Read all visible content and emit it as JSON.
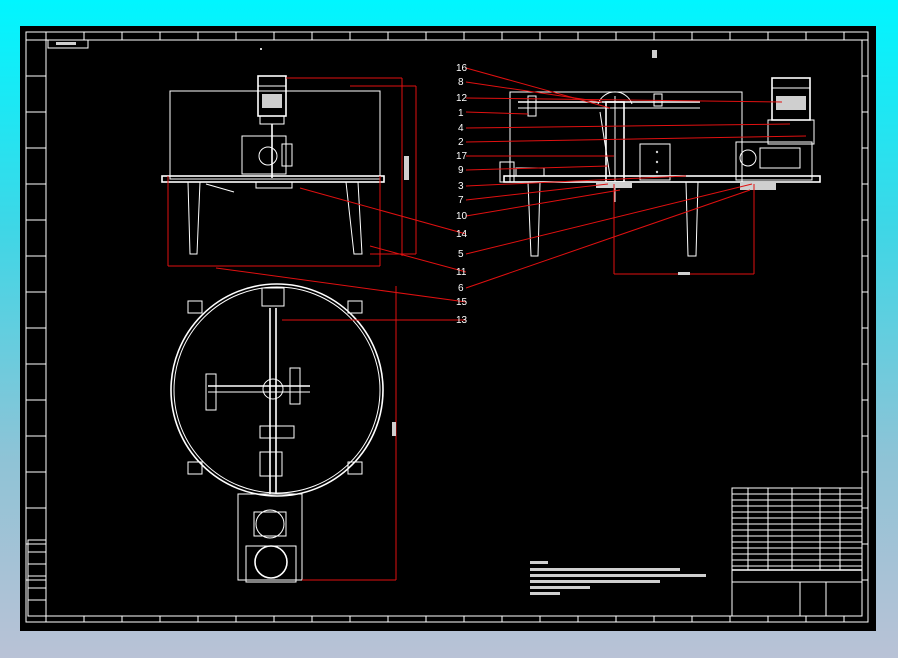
{
  "drawing": {
    "part_labels_right": [
      "16",
      "8",
      "12",
      "1",
      "4",
      "2",
      "17",
      "9",
      "3",
      "7",
      "10"
    ],
    "part_labels_center": [
      "14",
      "5",
      "11",
      "6",
      "15",
      "13"
    ]
  },
  "colors": {
    "background_top": "#00f6ff",
    "sheet": "#000000",
    "lines": "#ffffff",
    "leaders": "#e01010"
  }
}
